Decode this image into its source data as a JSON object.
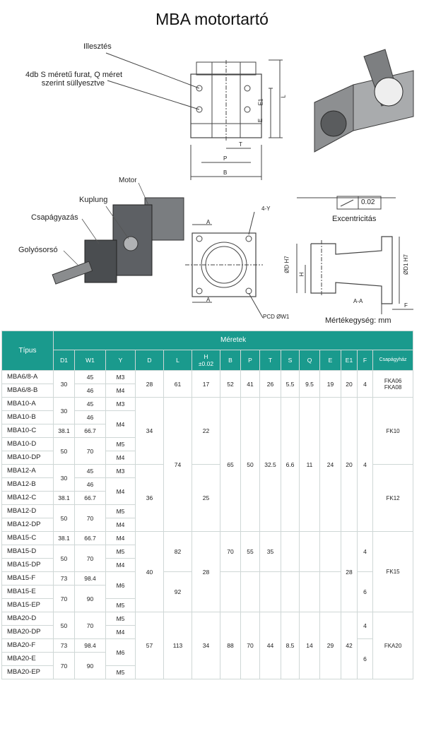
{
  "title": "MBA motortartó",
  "labels": {
    "illesztes": "Illesztés",
    "furat_line1": "4db S méretű furat, Q méret",
    "furat_line2": "szerint süllyesztve",
    "motor": "Motor",
    "kuplung": "Kuplung",
    "csapagyazas": "Csapágyazás",
    "golyosorso": "Golyósorsó",
    "excentricitas": "Excentricitás",
    "tolerance": "0.02",
    "mertekegyseg": "Mértékegység: mm"
  },
  "dims": {
    "e1": "E1",
    "e": "E",
    "l": "L",
    "t": "T",
    "p": "P",
    "b": "B",
    "a": "A",
    "four_y": "4-Y",
    "pcd": "PCD  ØW1",
    "od_h7": "ØD  H7",
    "h": "H",
    "aa": "A-A",
    "od1_h7": "ØD1  H7",
    "f": "F"
  },
  "table": {
    "col_type": "Típus",
    "group": "Méretek",
    "columns": [
      "D1",
      "W1",
      "Y",
      "D",
      "L",
      "H\n±0.02",
      "B",
      "P",
      "T",
      "S",
      "Q",
      "E",
      "E1",
      "F",
      "Csapágyház"
    ],
    "types": [
      "MBA6/8-A",
      "MBA6/8-B",
      "MBA10-A",
      "MBA10-B",
      "MBA10-C",
      "MBA10-D",
      "MBA10-DP",
      "MBA12-A",
      "MBA12-B",
      "MBA12-C",
      "MBA12-D",
      "MBA12-DP",
      "MBA15-C",
      "MBA15-D",
      "MBA15-DP",
      "MBA15-F",
      "MBA15-E",
      "MBA15-EP",
      "MBA20-D",
      "MBA20-DP",
      "MBA20-F",
      "MBA20-E",
      "MBA20-EP"
    ],
    "vals": {
      "d1_30a": "30",
      "d1_30b": "30",
      "d1_381a": "38.1",
      "d1_50a": "50",
      "d1_30c": "30",
      "d1_381b": "38.1",
      "d1_50b": "50",
      "d1_381c": "38.1",
      "d1_50c": "50",
      "d1_73a": "73",
      "d1_70a": "70",
      "d1_50d": "50",
      "d1_73b": "73",
      "d1_70b": "70",
      "w1_45a": "45",
      "w1_46a": "46",
      "w1_45b": "45",
      "w1_46b": "46",
      "w1_667a": "66.7",
      "w1_70a": "70",
      "w1_45c": "45",
      "w1_46c": "46",
      "w1_667b": "66.7",
      "w1_70b": "70",
      "w1_667c": "66.7",
      "w1_70c": "70",
      "w1_984a": "98.4",
      "w1_90a": "90",
      "w1_70d": "70",
      "w1_984b": "98.4",
      "w1_90b": "90",
      "y_m3a": "M3",
      "y_m4a": "M4",
      "y_m3b": "M3",
      "y_m4b": "M4",
      "y_m5a": "M5",
      "y_m4c": "M4",
      "y_m3c": "M3",
      "y_m4d": "M4",
      "y_m5b": "M5",
      "y_m4e": "M4",
      "y_m4f": "M4",
      "y_m5c": "M5",
      "y_m4g": "M4",
      "y_m6a": "M6",
      "y_m5d": "M5",
      "y_m5e": "M5",
      "y_m4h": "M4",
      "y_m6b": "M6",
      "y_m5f": "M5",
      "d_28": "28",
      "d_34": "34",
      "d_36": "36",
      "d_40": "40",
      "d_57": "57",
      "l_61": "61",
      "l_74": "74",
      "l_82": "82",
      "l_92": "92",
      "l_113": "113",
      "h_17": "17",
      "h_22": "22",
      "h_25": "25",
      "h_28": "28",
      "h_34": "34",
      "b_52": "52",
      "b_65": "65",
      "b_70": "70",
      "b_88": "88",
      "p_41": "41",
      "p_50": "50",
      "p_55": "55",
      "p_70": "70",
      "t_26": "26",
      "t_325": "32.5",
      "t_35": "35",
      "t_44": "44",
      "s_55": "5.5",
      "s_66": "6.6",
      "s_85": "8.5",
      "q_95": "9.5",
      "q_11": "11",
      "q_14": "14",
      "e_19": "19",
      "e_24": "24",
      "e_29": "29",
      "e1_20a": "20",
      "e1_20b": "20",
      "e1_28": "28",
      "e1_42": "42",
      "f_4a": "4",
      "f_4b": "4",
      "f_4c": "4",
      "f_6a": "6",
      "f_4d": "4",
      "f_6b": "6",
      "cs_fka": "FKA06\nFKA08",
      "cs_fk10": "FK10",
      "cs_fk12": "FK12",
      "cs_fk15": "FK15",
      "cs_fka20": "FKA20"
    }
  },
  "colors": {
    "header_teal": "#1a9a8d",
    "grid": "#cfd7d6"
  }
}
